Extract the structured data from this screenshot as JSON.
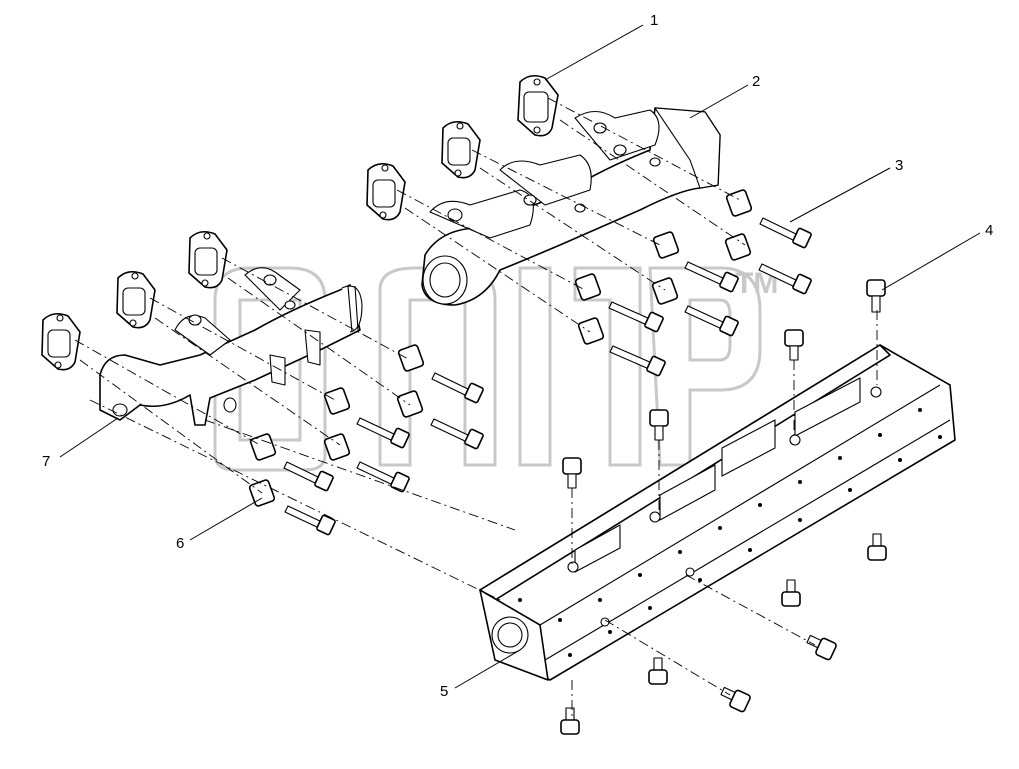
{
  "watermark": {
    "mark": "TM"
  },
  "callouts": [
    {
      "id": "1",
      "label": "1"
    },
    {
      "id": "2",
      "label": "2"
    },
    {
      "id": "3",
      "label": "3"
    },
    {
      "id": "4",
      "label": "4"
    },
    {
      "id": "5",
      "label": "5"
    },
    {
      "id": "6",
      "label": "6"
    },
    {
      "id": "7",
      "label": "7"
    }
  ],
  "parts": [
    {
      "name": "exhaust-manifold-gasket"
    },
    {
      "name": "exhaust-manifold-rear"
    },
    {
      "name": "manifold-bolt"
    },
    {
      "name": "heat-shield-bolt"
    },
    {
      "name": "heat-shield"
    },
    {
      "name": "spacer-sleeve"
    },
    {
      "name": "exhaust-manifold-front"
    }
  ],
  "colors": {
    "line": "#000000",
    "watermark": "#c8c8c8",
    "background": "#ffffff"
  }
}
